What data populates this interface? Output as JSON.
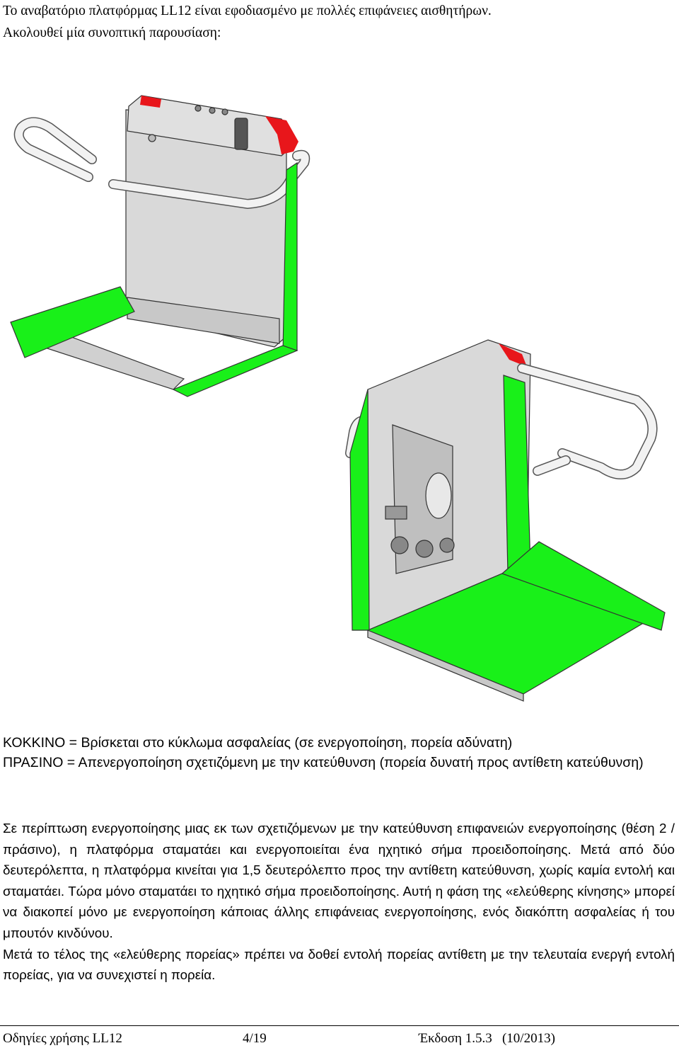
{
  "intro": {
    "line1": "Το αναβατόριο πλατφόρμας LL12 είναι εφοδιασμένο με πολλές επιφάνειες αισθητήρων.",
    "line2": "Ακολουθεί μία συνοπτική παρουσίαση:"
  },
  "colors": {
    "red": "#e8161b",
    "green": "#19f019",
    "gray": "#d9d9d9",
    "rail": "#f2f2f2"
  },
  "legend": {
    "red": "ΚΟΚΚΙΝΟ = Βρίσκεται στο κύκλωμα ασφαλείας (σε ενεργοποίηση, πορεία αδύνατη)",
    "green": "ΠΡΑΣΙΝΟ = Απενεργοποίηση σχετιζόμενη με την κατεύθυνση (πορεία δυνατή προς αντίθετη κατεύθυνση)"
  },
  "paragraphs": [
    "Σε περίπτωση ενεργοποίησης μιας εκ των σχετιζόμενων με την κατεύθυνση επιφανειών ενεργοποίησης (θέση 2 / πράσινο), η πλατφόρμα σταματάει και ενεργοποιείται ένα ηχητικό σήμα προειδοποίησης. Μετά από δύο δευτερόλεπτα, η πλατφόρμα κινείται για 1,5 δευτερόλεπτο προς την αντίθετη κατεύθυνση, χωρίς καμία εντολή και σταματάει. Τώρα μόνο σταματάει το ηχητικό σήμα προειδοποίησης. Αυτή η φάση της «ελεύθερης κίνησης» μπορεί να διακοπεί μόνο με ενεργοποίηση κάποιας άλλης επιφάνειας ενεργοποίησης, ενός διακόπτη ασφαλείας ή του μπουτόν κινδύνου.",
    "Μετά το τέλος της «ελεύθερης πορείας» πρέπει να δοθεί εντολή πορείας αντίθετη με την τελευταία ενεργή εντολή πορείας, για να συνεχιστεί η πορεία."
  ],
  "footer": {
    "title": "Οδηγίες χρήσης LL12",
    "page": "4/19",
    "version": "Έκδοση 1.5.3   (10/2013)"
  }
}
